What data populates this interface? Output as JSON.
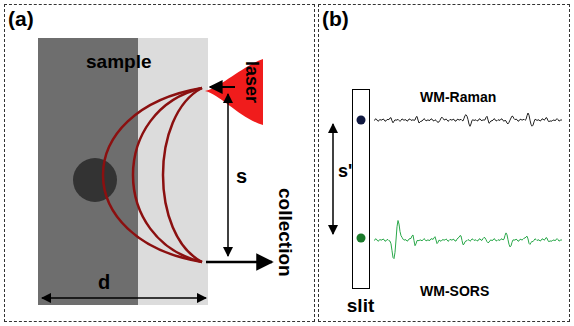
{
  "diagram": {
    "nodes": [
      {
        "text": [
          "(a)"
        ]
      },
      {
        "text": [
          "sample"
        ],
        "in": 0
      },
      {
        "text": [
          "laser"
        ],
        "in": 0
      },
      {
        "text": [
          "(b)"
        ]
      },
      {
        "text": [
          "slit"
        ],
        "in": 3
      }
    ],
    "labels": [
      "s",
      "collection",
      "d",
      "WM-Raman",
      "s'",
      "WM-SORS"
    ]
  }
}
